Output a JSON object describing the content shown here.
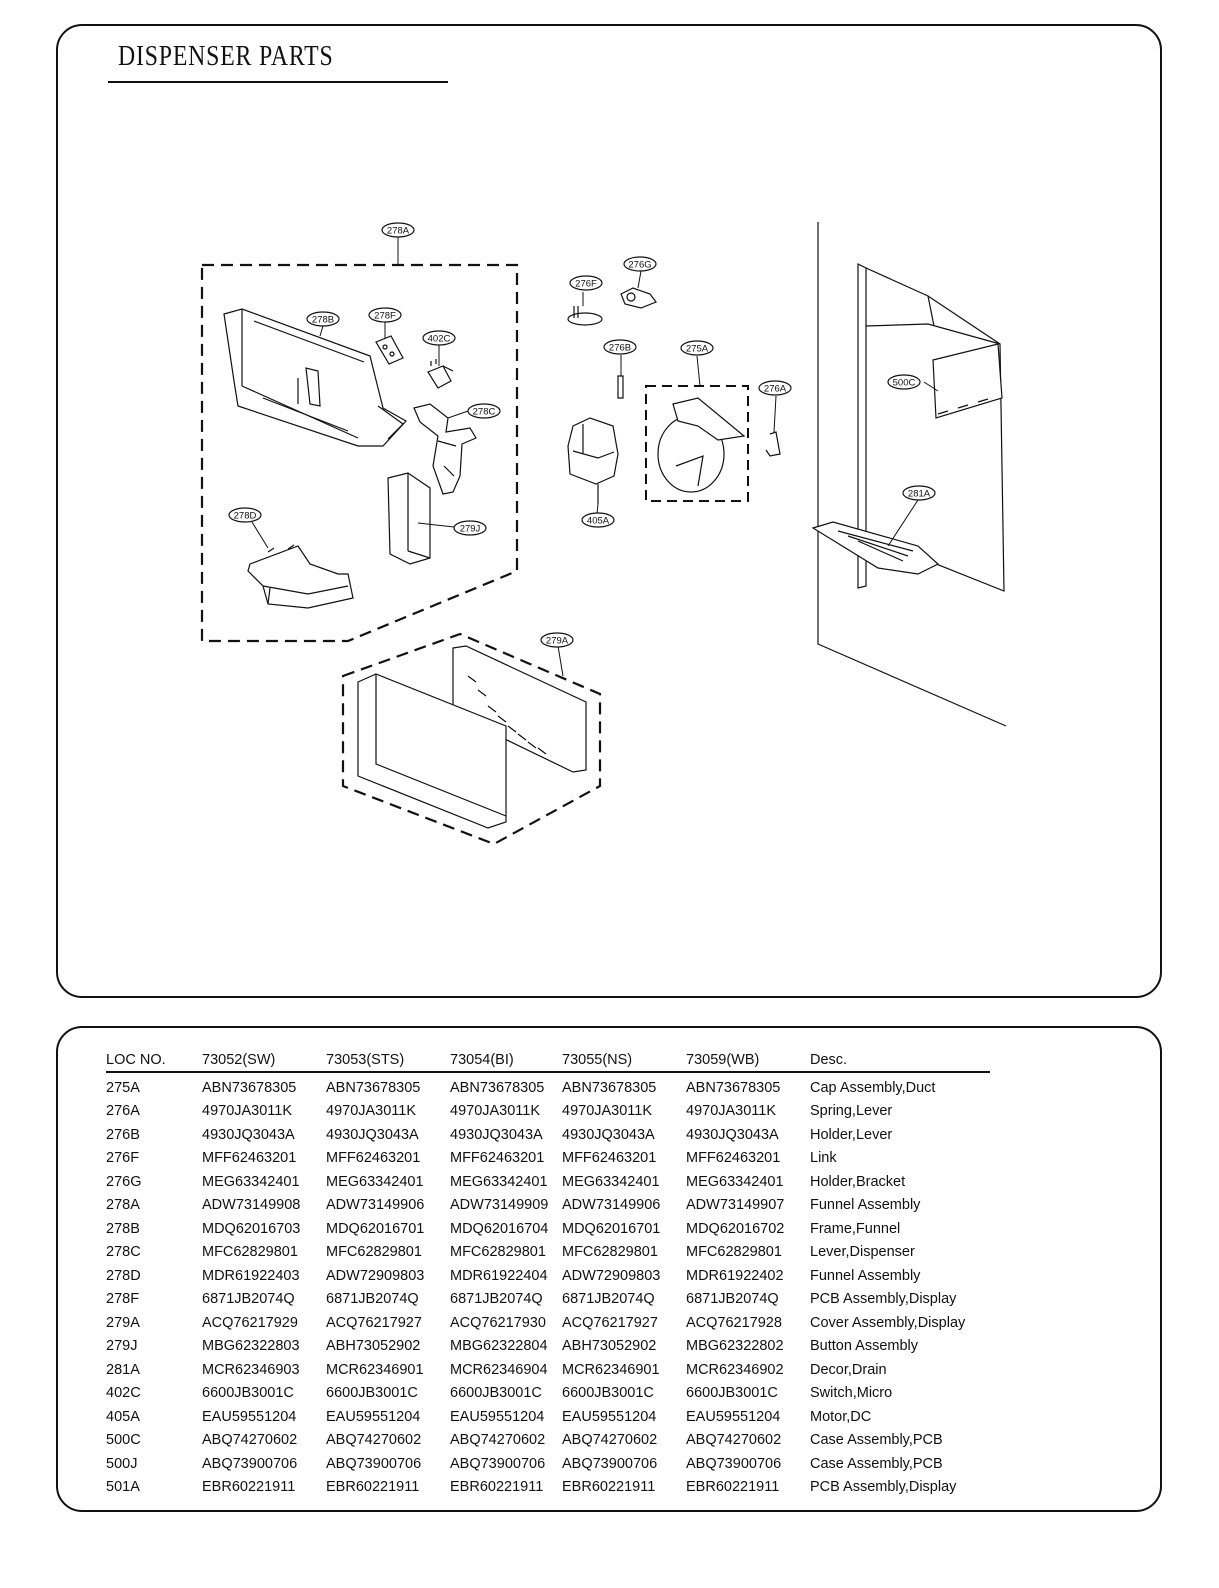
{
  "title": "DISPENSER PARTS",
  "callouts": {
    "c278A": "278A",
    "c278B": "278B",
    "c278F": "278F",
    "c402C": "402C",
    "c278C": "278C",
    "c278D": "278D",
    "c279J": "279J",
    "c279A": "279A",
    "c276F": "276F",
    "c276G": "276G",
    "c276B": "276B",
    "c275A": "275A",
    "c276A": "276A",
    "c405A": "405A",
    "c500C": "500C",
    "c281A": "281A"
  },
  "table": {
    "headers": [
      "LOC NO.",
      "73052(SW)",
      "73053(STS)",
      "73054(BI)",
      "73055(NS)",
      "73059(WB)",
      "Desc."
    ],
    "rows": [
      [
        "275A",
        "ABN73678305",
        "ABN73678305",
        "ABN73678305",
        "ABN73678305",
        "ABN73678305",
        "Cap Assembly,Duct"
      ],
      [
        "276A",
        "4970JA3011K",
        "4970JA3011K",
        "4970JA3011K",
        "4970JA3011K",
        "4970JA3011K",
        "Spring,Lever"
      ],
      [
        "276B",
        "4930JQ3043A",
        "4930JQ3043A",
        "4930JQ3043A",
        "4930JQ3043A",
        "4930JQ3043A",
        "Holder,Lever"
      ],
      [
        "276F",
        "MFF62463201",
        "MFF62463201",
        "MFF62463201",
        "MFF62463201",
        "MFF62463201",
        "Link"
      ],
      [
        "276G",
        "MEG63342401",
        "MEG63342401",
        "MEG63342401",
        "MEG63342401",
        "MEG63342401",
        "Holder,Bracket"
      ],
      [
        "278A",
        "ADW73149908",
        "ADW73149906",
        "ADW73149909",
        "ADW73149906",
        "ADW73149907",
        "Funnel Assembly"
      ],
      [
        "278B",
        "MDQ62016703",
        "MDQ62016701",
        "MDQ62016704",
        "MDQ62016701",
        "MDQ62016702",
        "Frame,Funnel"
      ],
      [
        "278C",
        "MFC62829801",
        "MFC62829801",
        "MFC62829801",
        "MFC62829801",
        "MFC62829801",
        "Lever,Dispenser"
      ],
      [
        "278D",
        "MDR61922403",
        "ADW72909803",
        "MDR61922404",
        "ADW72909803",
        "MDR61922402",
        "Funnel Assembly"
      ],
      [
        "278F",
        "6871JB2074Q",
        "6871JB2074Q",
        "6871JB2074Q",
        "6871JB2074Q",
        "6871JB2074Q",
        "PCB Assembly,Display"
      ],
      [
        "279A",
        "ACQ76217929",
        "ACQ76217927",
        "ACQ76217930",
        "ACQ76217927",
        "ACQ76217928",
        "Cover Assembly,Display"
      ],
      [
        "279J",
        "MBG62322803",
        "ABH73052902",
        "MBG62322804",
        "ABH73052902",
        "MBG62322802",
        "Button Assembly"
      ],
      [
        "281A",
        "MCR62346903",
        "MCR62346901",
        "MCR62346904",
        "MCR62346901",
        "MCR62346902",
        "Decor,Drain"
      ],
      [
        "402C",
        "6600JB3001C",
        "6600JB3001C",
        "6600JB3001C",
        "6600JB3001C",
        "6600JB3001C",
        "Switch,Micro"
      ],
      [
        "405A",
        "EAU59551204",
        "EAU59551204",
        "EAU59551204",
        "EAU59551204",
        "EAU59551204",
        "Motor,DC"
      ],
      [
        "500C",
        "ABQ74270602",
        "ABQ74270602",
        "ABQ74270602",
        "ABQ74270602",
        "ABQ74270602",
        "Case Assembly,PCB"
      ],
      [
        "500J",
        "ABQ73900706",
        "ABQ73900706",
        "ABQ73900706",
        "ABQ73900706",
        "ABQ73900706",
        "Case Assembly,PCB"
      ],
      [
        "501A",
        "EBR60221911",
        "EBR60221911",
        "EBR60221911",
        "EBR60221911",
        "EBR60221911",
        "PCB Assembly,Display"
      ]
    ]
  }
}
